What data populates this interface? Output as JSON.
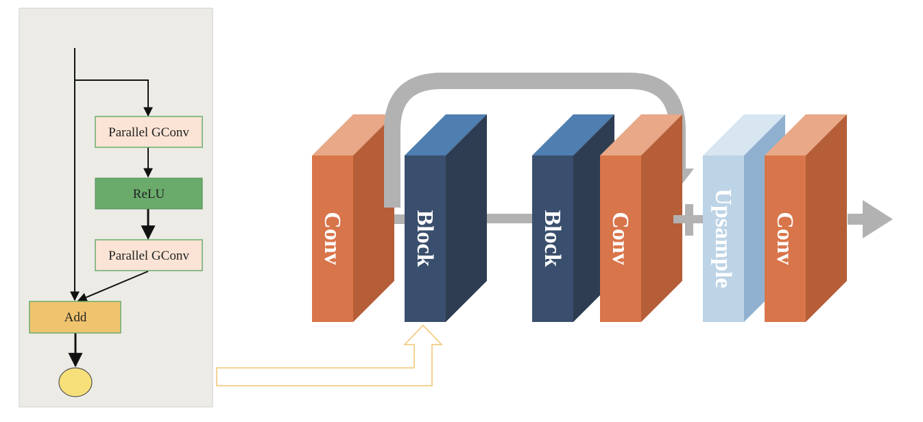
{
  "residual_block": {
    "steps": [
      {
        "id": "conv1",
        "label": "Parallel GConv"
      },
      {
        "id": "relu",
        "label": "ReLU"
      },
      {
        "id": "conv2",
        "label": "Parallel GConv"
      },
      {
        "id": "add",
        "label": "Add"
      }
    ]
  },
  "network": {
    "layers": [
      {
        "id": "conv-1",
        "label": "Conv"
      },
      {
        "id": "block-1",
        "label": "Block"
      },
      {
        "id": "block-2",
        "label": "Block"
      },
      {
        "id": "conv-2",
        "label": "Conv"
      },
      {
        "id": "upsample",
        "label": "Upsample"
      },
      {
        "id": "conv-3",
        "label": "Conv"
      }
    ]
  },
  "colors": {
    "panel_bg": "#ecebe6",
    "gconv_fill": "#fbe4d5",
    "relu_fill": "#6aab6c",
    "add_fill": "#f0c46e",
    "output_node_fill": "#f7e07a",
    "conv_front": "#d8754a",
    "conv_top": "#e9a887",
    "conv_side": "#b65e37",
    "block_front": "#3a4f6d",
    "block_top": "#4f7eb0",
    "block_side": "#2e3d52",
    "upsample_front": "#bdd3e6",
    "upsample_top": "#d7e6f1",
    "upsample_side": "#8fb1cf",
    "skip_arrow": "#b2b2b2",
    "callout_arrow": "#f0c46e"
  }
}
